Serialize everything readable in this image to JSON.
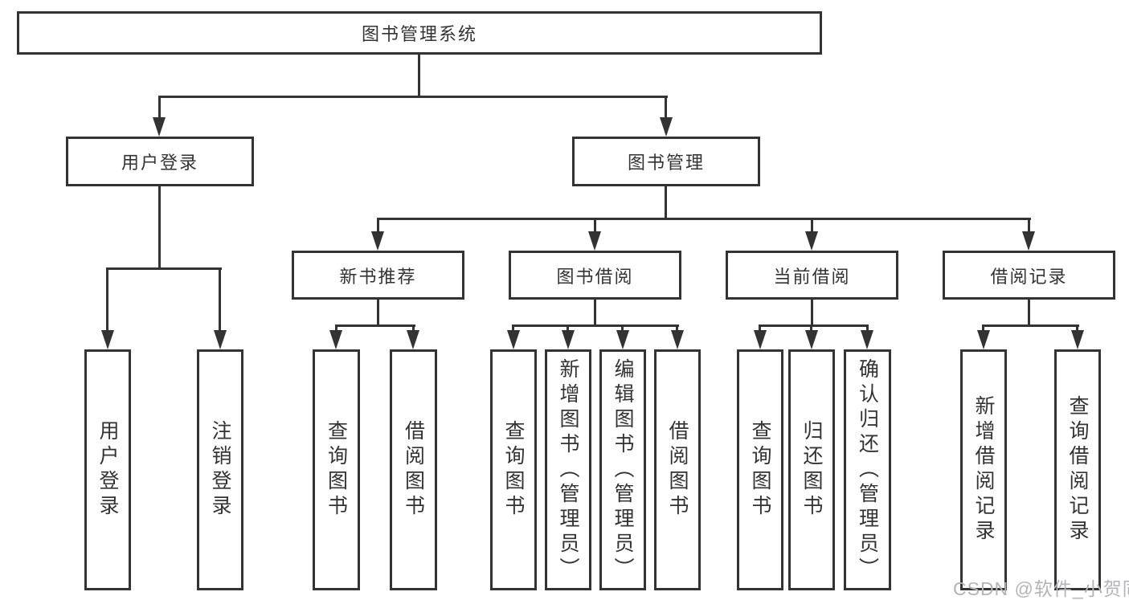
{
  "tree": {
    "root": "图书管理系统",
    "branches": [
      {
        "label": "用户登录",
        "children": [
          "用户登录",
          "注销登录"
        ]
      },
      {
        "label": "图书管理",
        "children": [
          {
            "label": "新书推荐",
            "children": [
              "查询图书",
              "借阅图书"
            ]
          },
          {
            "label": "图书借阅",
            "children": [
              "查询图书",
              "新增图书（管理员）",
              "编辑图书（管理员）",
              "借阅图书"
            ]
          },
          {
            "label": "当前借阅",
            "children": [
              "查询图书",
              "归还图书",
              "确认归还（管理员）"
            ]
          },
          {
            "label": "借阅记录",
            "children": [
              "新增借阅记录",
              "查询借阅记录"
            ]
          }
        ]
      }
    ]
  },
  "watermark": {
    "text": "CSDN @软件_小贺同学"
  },
  "colors": {
    "line": "#333333",
    "box_border": "#333333",
    "box_background": "#ffffff",
    "watermark": "#b3b4b7"
  }
}
